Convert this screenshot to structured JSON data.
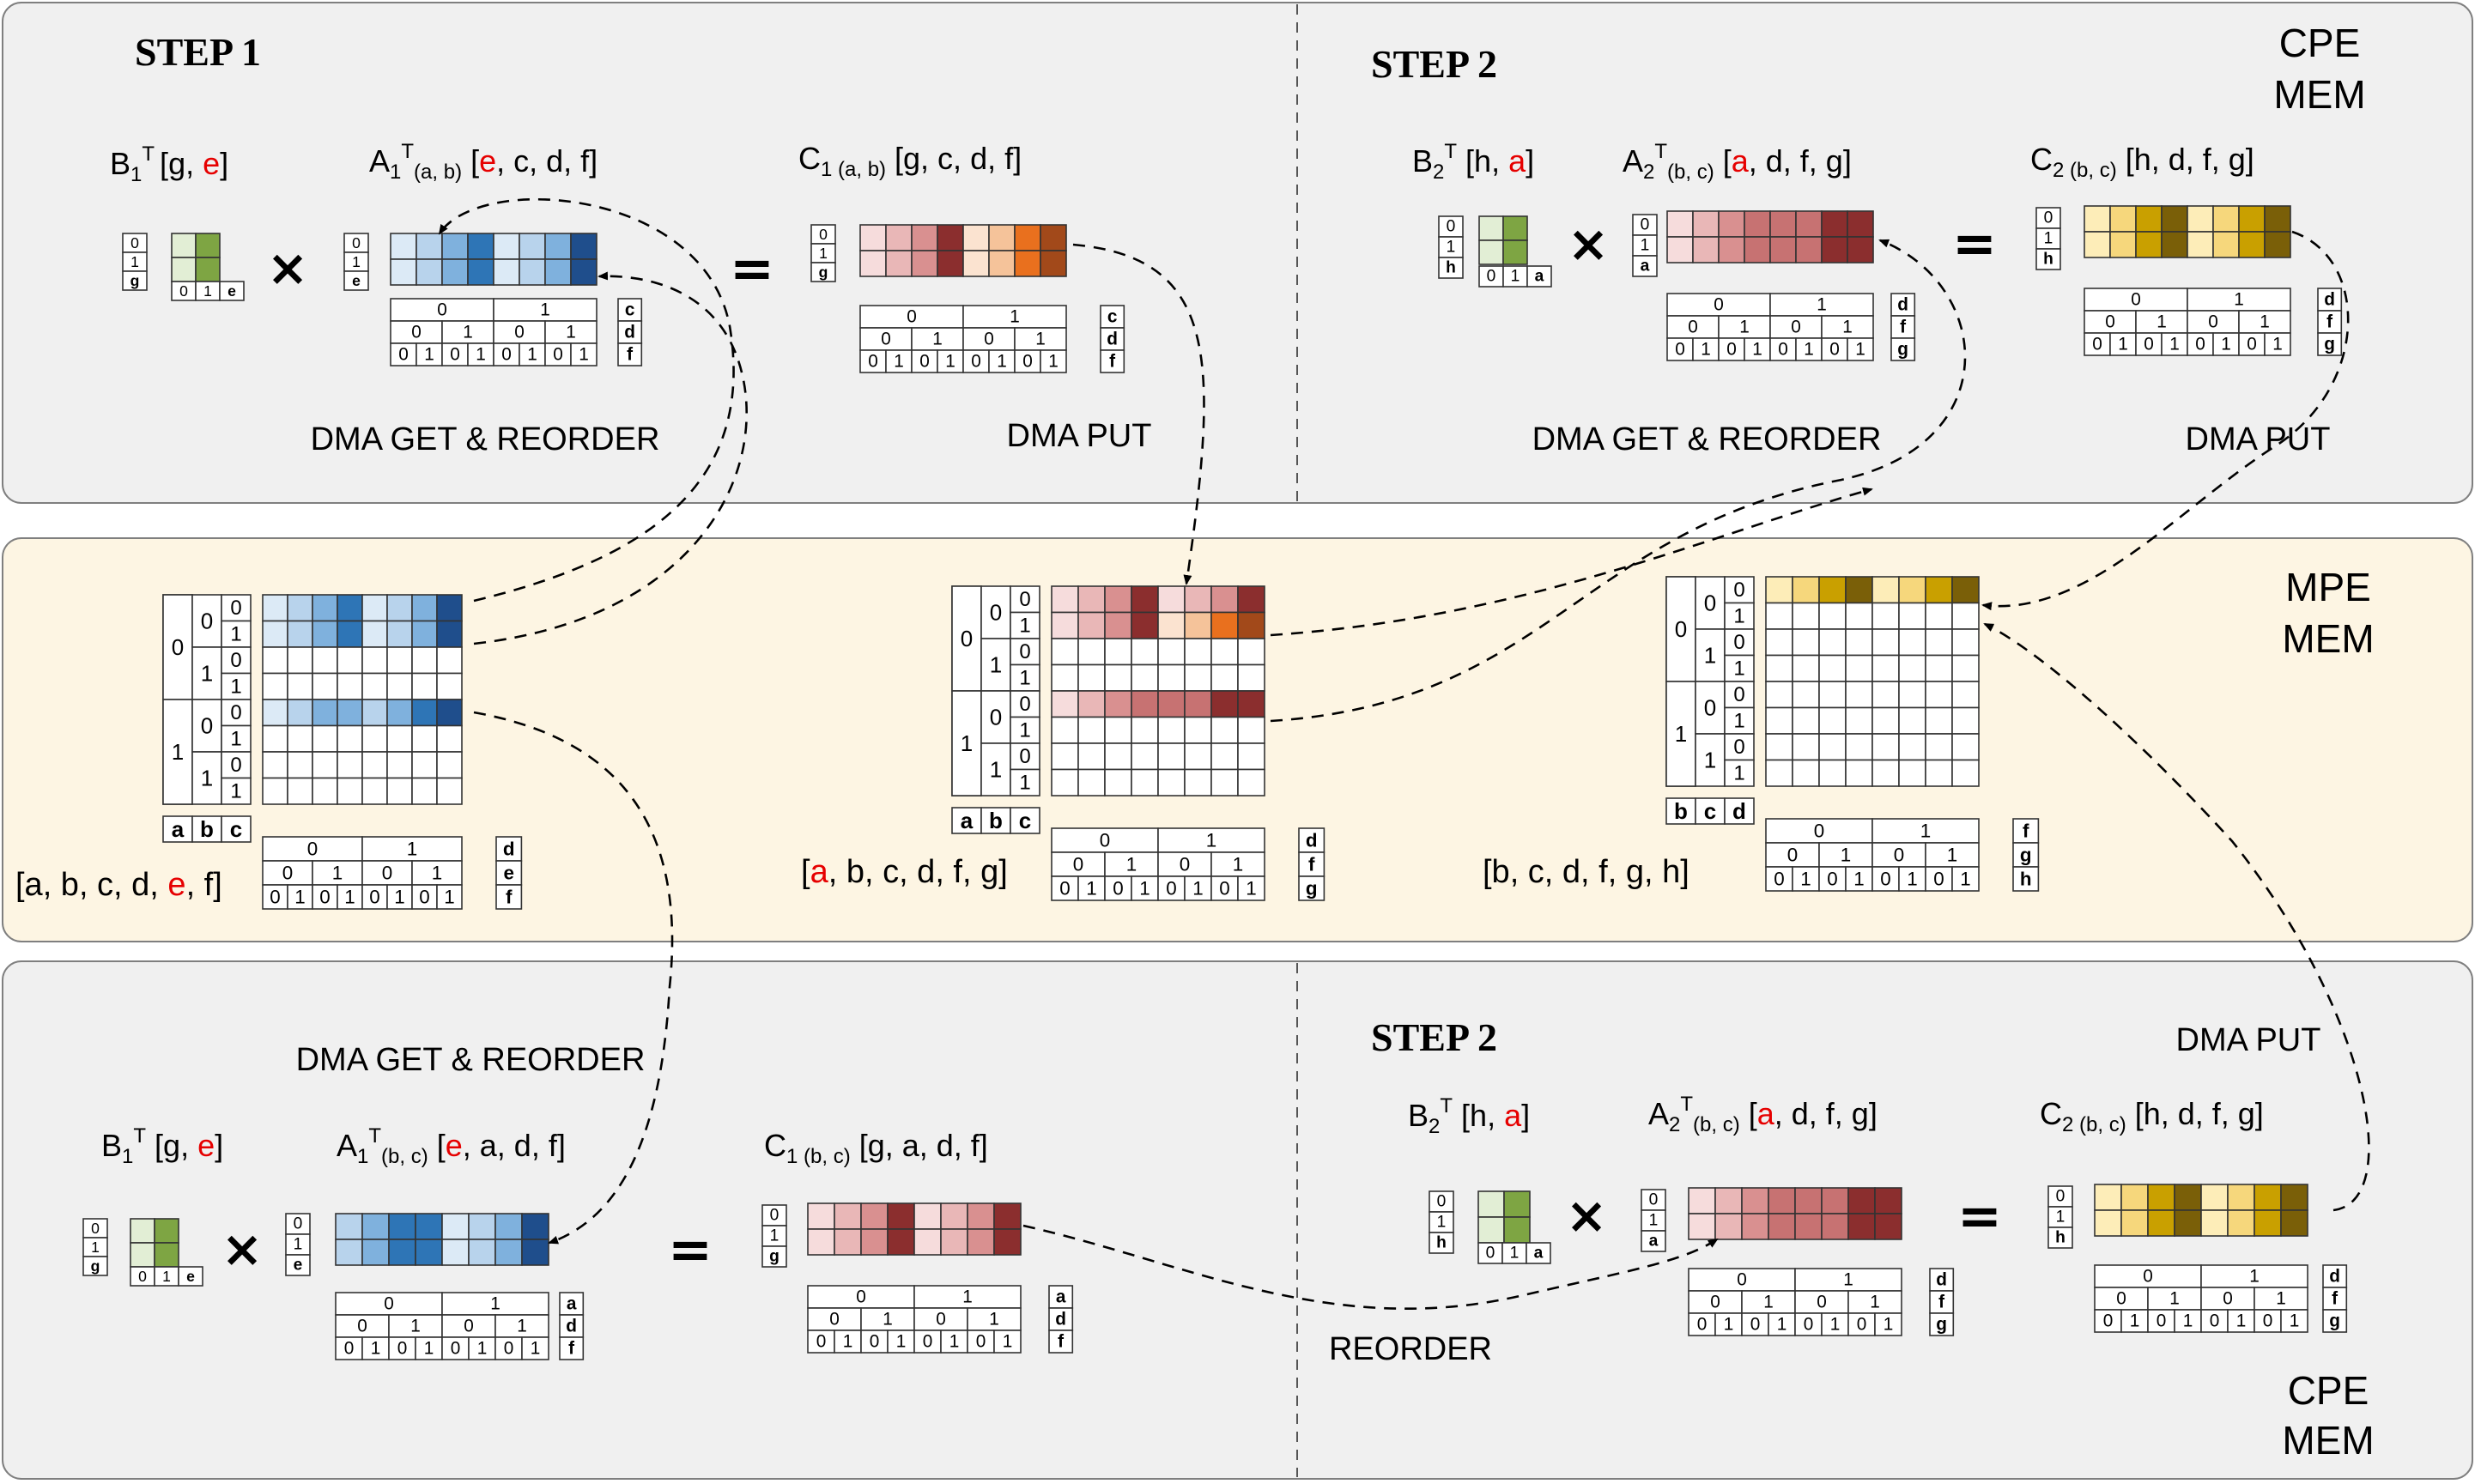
{
  "panels": {
    "top": {
      "label_right": [
        "CPE",
        "MEM"
      ]
    },
    "middle": {
      "label_right": [
        "MPE",
        "MEM"
      ]
    },
    "bottom": {
      "label_right": [
        "CPE",
        "MEM"
      ]
    }
  },
  "steps": {
    "top_left": {
      "title": "STEP 1",
      "b_label": {
        "base": "B",
        "sub": "1",
        "sup": "T",
        "open": "[",
        "p1": "g, ",
        "hl": "e",
        "p2": "]"
      },
      "a_label": {
        "base": "A",
        "sub": "1",
        "sup": "T",
        "subsc": "(a, b)",
        "open": " [",
        "hl": "e",
        "rest": ", c, d, f]"
      },
      "c_label": {
        "base": "C",
        "sub": "1 (a, b)",
        "rest": " [g, c, d, f]"
      },
      "dma_get": "DMA GET & REORDER",
      "dma_put": "DMA PUT"
    },
    "top_right": {
      "title": "STEP 2",
      "b_label": {
        "base": "B",
        "sub": "2",
        "sup": "T",
        "open": " [h, ",
        "hl": "a",
        "rest": "]"
      },
      "a_label": {
        "base": "A",
        "sub": "2",
        "sup": "T",
        "subsc": "(b, c)",
        "open": " [",
        "hl": "a",
        "rest": ", d, f, g]"
      },
      "c_label": {
        "base": "C",
        "sub": "2 (b, c)",
        "rest": " [h, d, f, g]"
      },
      "dma_get": "DMA GET & REORDER",
      "dma_put": "DMA PUT"
    },
    "bottom_left": {
      "b_label": {
        "base": "B",
        "sub": "1",
        "sup": "T",
        "open": " [g, ",
        "hl": "e",
        "rest": "]"
      },
      "a_label": {
        "base": "A",
        "sub": "1",
        "sup": "T",
        "subsc": "(b, c)",
        "open": " [",
        "hl": "e",
        "rest": ", a, d, f]"
      },
      "c_label": {
        "base": "C",
        "sub": "1 (b, c)",
        "rest": " [g, a, d, f]"
      },
      "dma_get": "DMA GET & REORDER"
    },
    "bottom_right": {
      "title": "STEP 2",
      "b_label": {
        "base": "B",
        "sub": "2",
        "sup": "T",
        "open": " [h, ",
        "hl": "a",
        "rest": "]"
      },
      "a_label": {
        "base": "A",
        "sub": "2",
        "sup": "T",
        "subsc": "(b, c)",
        "open": " [",
        "hl": "a",
        "rest": ", d, f, g]"
      },
      "c_label": {
        "base": "C",
        "sub": "2 (b, c)",
        "rest": " [h, d, f, g]"
      },
      "dma_put": "DMA PUT",
      "reorder": "REORDER"
    }
  },
  "mpe_tensors": {
    "t1": {
      "pre": "[a, b, c, d, ",
      "hl": "e",
      "post": ", f]",
      "index_letters": [
        "a",
        "b",
        "c"
      ],
      "dim_letters": [
        "d",
        "e",
        "f"
      ]
    },
    "t2": {
      "pre": "[",
      "hl": "a",
      "post": ", b, c, d, f, g]",
      "index_letters": [
        "a",
        "b",
        "c"
      ],
      "dim_letters": [
        "d",
        "f",
        "g"
      ]
    },
    "t3": {
      "text": "[b, c, d, f, g, h]",
      "index_letters": [
        "b",
        "c",
        "d"
      ],
      "dim_letters": [
        "f",
        "g",
        "h"
      ]
    }
  },
  "small_labels": {
    "bits": [
      "0",
      "1",
      "0",
      "1",
      "0",
      "1",
      "0",
      "1"
    ],
    "halves": [
      "0",
      "1"
    ],
    "quarters": [
      "0",
      "1",
      "0",
      "1"
    ],
    "operators": {
      "times": "×",
      "equals": "="
    }
  },
  "colors": {
    "panel_gray": "#f0f0f0",
    "panel_cream": "#fdf5e3",
    "highlight_red": "#e60000",
    "blue_ramp": [
      "#dceaf6",
      "#b8d3ec",
      "#7fb1dd",
      "#2e75b6",
      "#1f4e8c"
    ],
    "red_ramp": [
      "#f6dcdc",
      "#e9b7b7",
      "#d99090",
      "#c77272",
      "#8b2e2e"
    ],
    "orange_ramp": [
      "#fbe3d0",
      "#f5c39a",
      "#e9701e",
      "#a2491a"
    ],
    "gold_ramp": [
      "#fdedb8",
      "#f6d77c",
      "#c9a000",
      "#7a5f08"
    ],
    "green_ramp": [
      "#e2eed5",
      "#7ea543"
    ]
  }
}
